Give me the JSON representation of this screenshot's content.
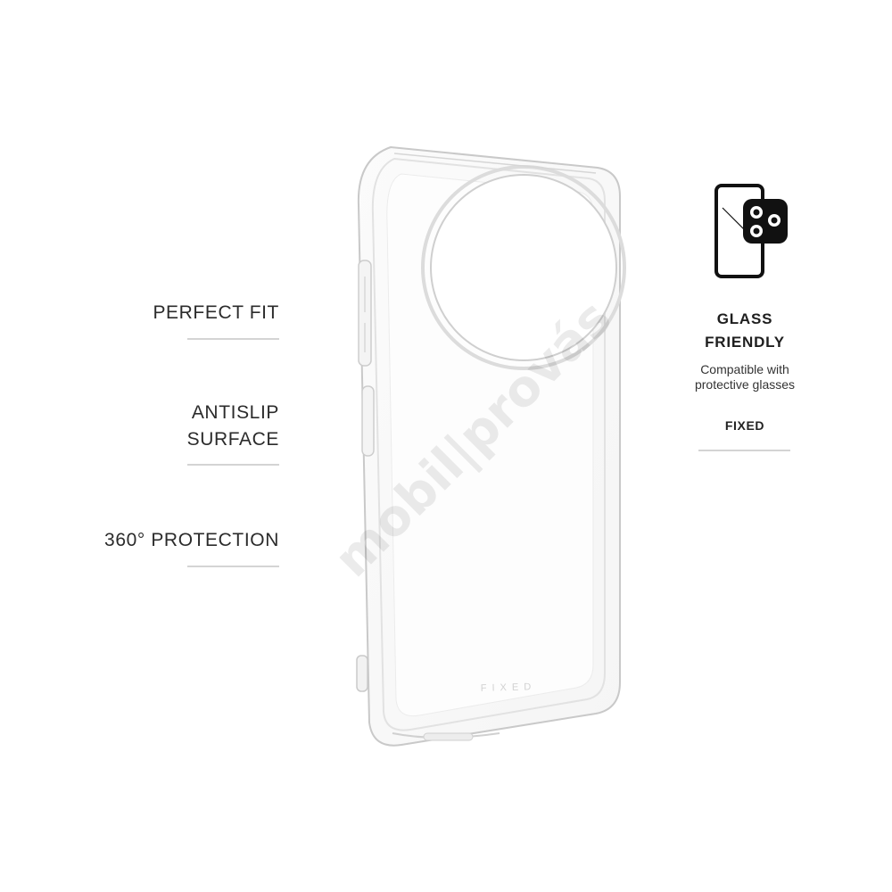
{
  "features": [
    {
      "label": "PERFECT FIT"
    },
    {
      "label": "ANTISLIP\nSURFACE"
    },
    {
      "label": "360° PROTECTION"
    }
  ],
  "product": {
    "logo_engraving": "FIXED"
  },
  "badge": {
    "icon": "phone-camera-glass-icon",
    "title_line1": "GLASS",
    "title_line2": "FRIENDLY",
    "description": "Compatible with protective glasses",
    "brand": "FIXED"
  },
  "watermark": {
    "text": "mobil|provás"
  },
  "colors": {
    "background": "#ffffff",
    "text": "#2b2b2b",
    "divider": "#d4d4d4",
    "icon": "#111111"
  }
}
